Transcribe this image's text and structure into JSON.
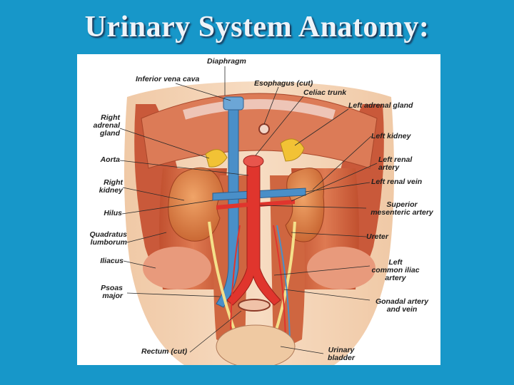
{
  "title": "Urinary System Anatomy:",
  "labels": {
    "diaphragm": "Diaphragm",
    "inferior_vena_cava": "Inferior vena cava",
    "esophagus": "Esophagus (cut)",
    "celiac_trunk": "Celiac trunk",
    "left_adrenal_gland": "Left adrenal gland",
    "right_adrenal_gland": "Right\nadrenal\ngland",
    "left_kidney": "Left kidney",
    "aorta": "Aorta",
    "left_renal_artery": "Left renal\nartery",
    "right_kidney": "Right\nkidney",
    "left_renal_vein": "Left renal vein",
    "hilus": "Hilus",
    "superior_mesenteric_artery": "Superior\nmesenteric artery",
    "quadratus_lumborum": "Quadratus\nlumborum",
    "ureter": "Ureter",
    "iliacus": "Iliacus",
    "left_common_iliac_artery": "Left\ncommon iliac\nartery",
    "psoas_major": "Psoas\nmajor",
    "gonadal_artery_vein": "Gonadal artery\nand vein",
    "rectum": "Rectum (cut)",
    "urinary_bladder": "Urinary\nbladder"
  },
  "colors": {
    "background": "#1797c9",
    "muscle": "#d5663e",
    "kidney": "#d4773e",
    "artery": "#e0352d",
    "vein": "#4a8fc8",
    "adrenal": "#f2c235",
    "ureter": "#f4e08a"
  }
}
